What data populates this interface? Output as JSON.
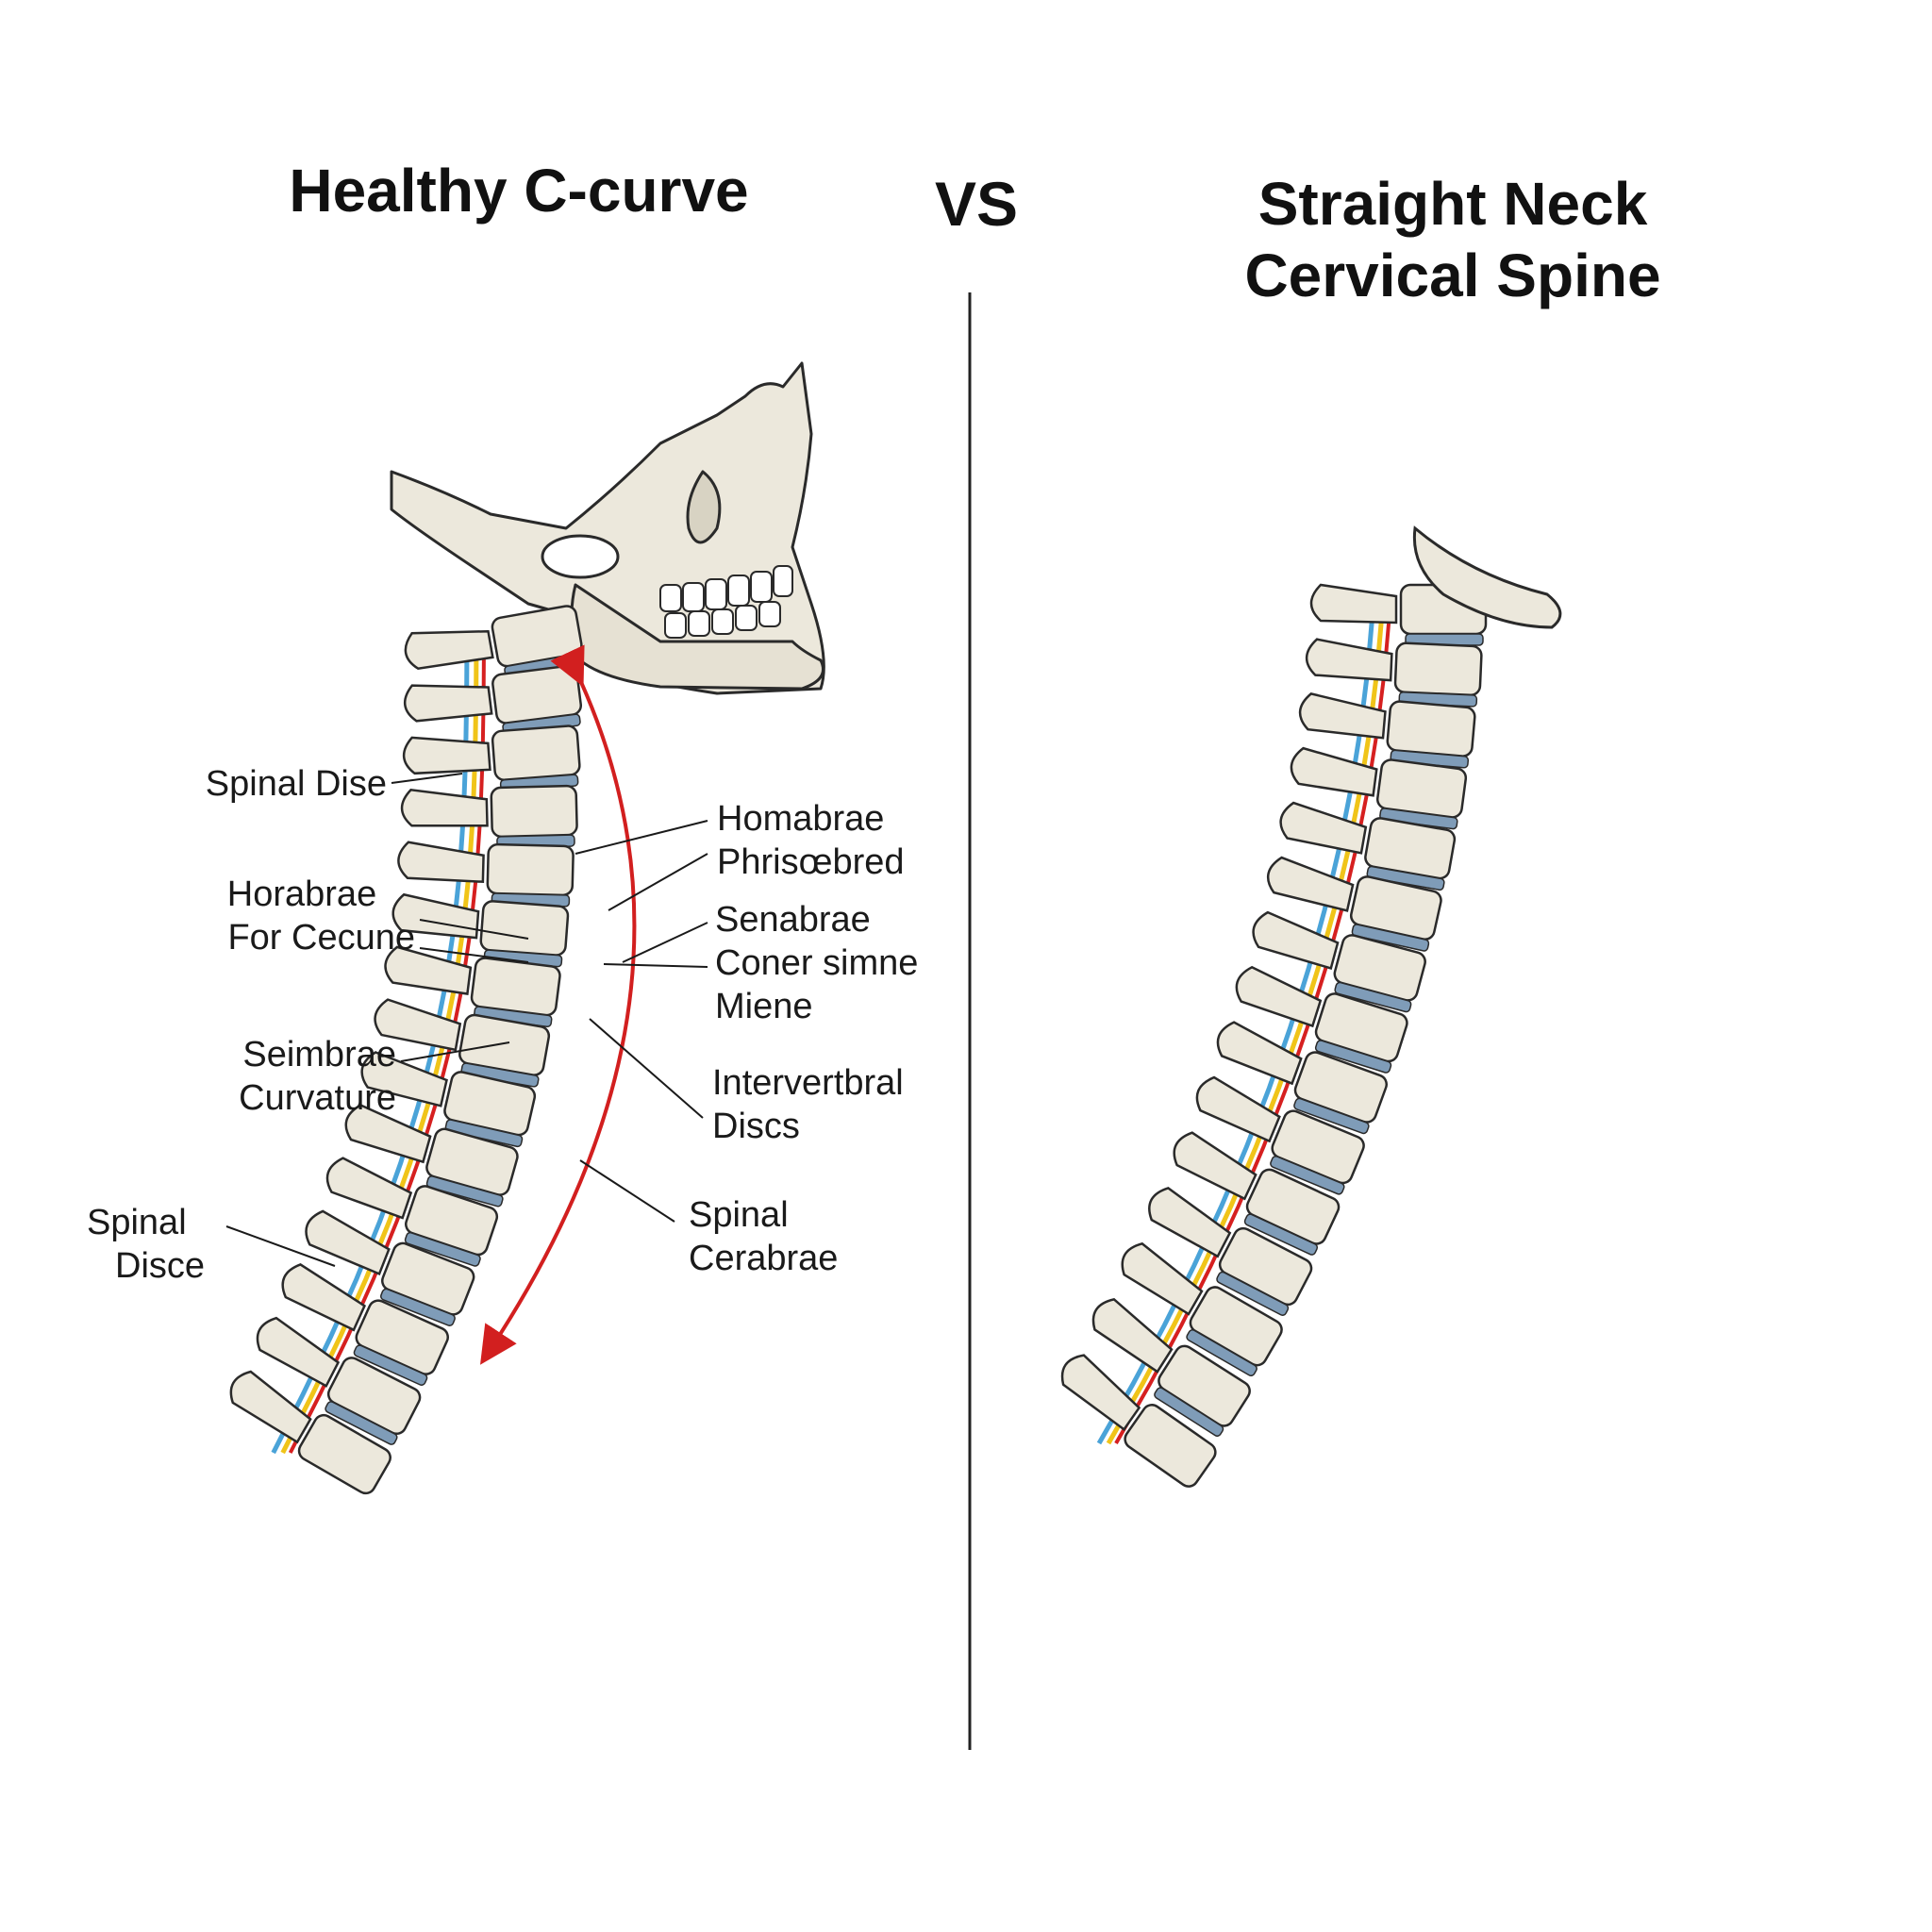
{
  "titles": {
    "left": "Healthy C-curve",
    "vs": "VS",
    "right_line1": "Straight Neck",
    "right_line2": "Cervical Spine"
  },
  "labels_left": [
    {
      "line1": "Spinal Dise",
      "line2": ""
    },
    {
      "line1": "Horabrae",
      "line2": "For Cecune"
    },
    {
      "line1": "Seimbrae",
      "line2": "Curvature"
    },
    {
      "line1": "Spinal",
      "line2": "Disce"
    }
  ],
  "labels_right": [
    {
      "line1": "Homabrae",
      "line2": "Phrisœbred",
      "line3": ""
    },
    {
      "line1": "Senabrae",
      "line2": "Coner simne",
      "line3": "Miene"
    },
    {
      "line1": "Intervertbral",
      "line2": "Discs",
      "line3": ""
    },
    {
      "line1": "Spinal",
      "line2": "Cerabrae",
      "line3": ""
    }
  ],
  "colors": {
    "bone": "#ece8dc",
    "bone_outline": "#2a2a2a",
    "disc": "#7f9cb8",
    "nerve_blue": "#4aa3d8",
    "nerve_yellow": "#f0c419",
    "nerve_red": "#d62020",
    "arrow": "#d21f1f",
    "divider": "#222222"
  }
}
